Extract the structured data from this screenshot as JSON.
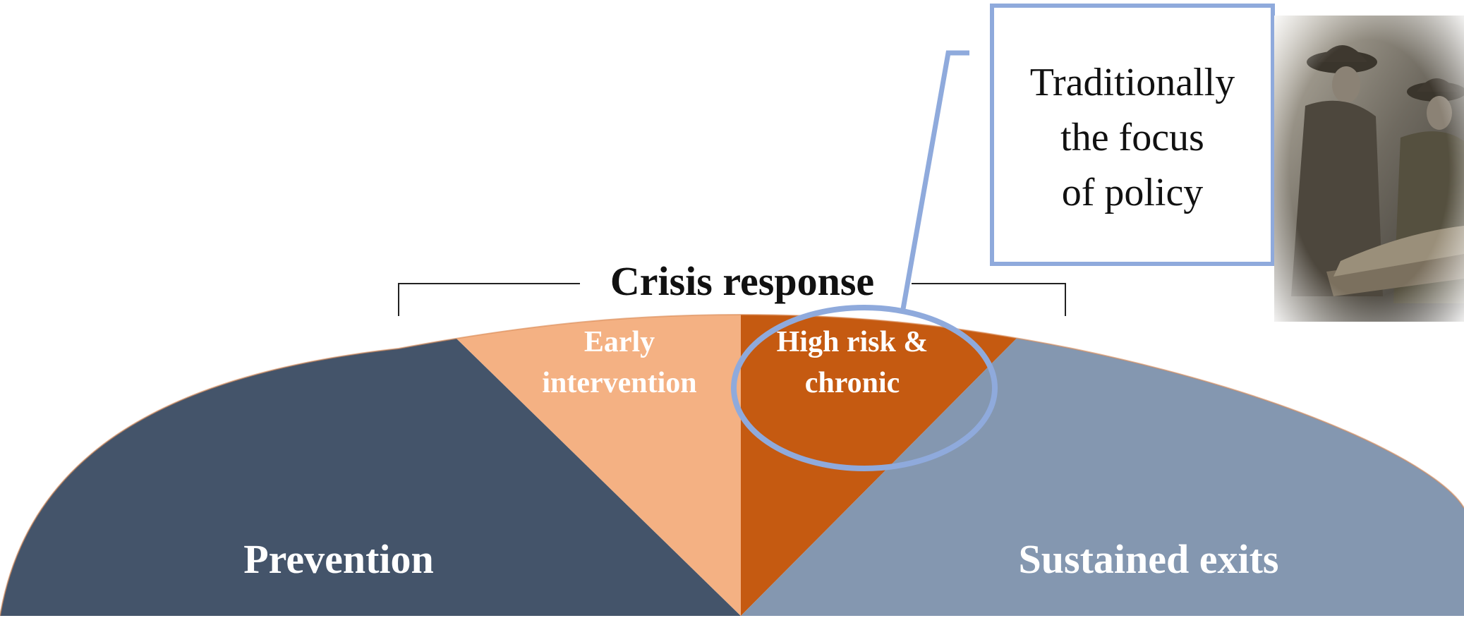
{
  "diagram": {
    "bracket_label": "Crisis response",
    "segments": [
      {
        "id": "prevention",
        "lines": [
          "Prevention"
        ],
        "color": "#44546a",
        "text_color": "#ffffff"
      },
      {
        "id": "early",
        "lines": [
          "Early",
          "intervention"
        ],
        "color": "#f4b183",
        "text_color": "#ffffff"
      },
      {
        "id": "highrisk",
        "lines": [
          "High risk &",
          "chronic"
        ],
        "color": "#c55a11",
        "text_color": "#ffffff"
      },
      {
        "id": "sustained",
        "lines": [
          "Sustained exits"
        ],
        "color": "#8497b0",
        "text_color": "#ffffff"
      }
    ],
    "callout": {
      "lines": [
        "Traditionally",
        "the focus",
        "of policy"
      ],
      "border_color": "#8faadc"
    },
    "photo": {
      "description_icon": "soldiers-stretcher-photo"
    }
  }
}
